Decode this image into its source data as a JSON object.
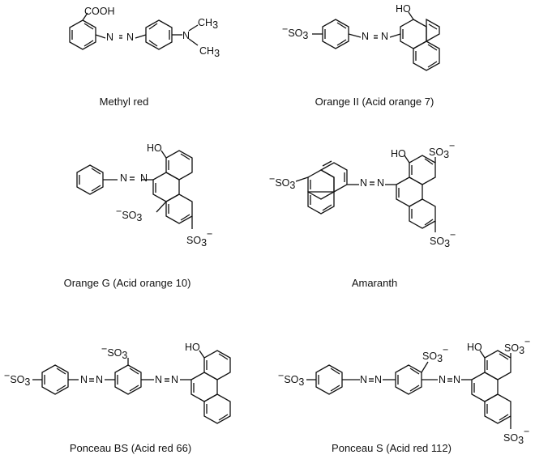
{
  "panel": {
    "molecules": [
      {
        "name": "Methyl red",
        "groups": {
          "carboxyl": "COOH",
          "azo_left": "N",
          "azo_right": "N",
          "amine": "N",
          "methyl_a": "CH",
          "methyl_b": "CH",
          "methyl_sub": "3"
        }
      },
      {
        "name": "Orange II (Acid orange 7)",
        "groups": {
          "hydroxyl": "HO",
          "sulfonate": "SO",
          "sulfonate_sub": "3",
          "charge": "−",
          "azo_left": "N",
          "azo_right": "N"
        }
      },
      {
        "name": "Orange G (Acid orange 10)",
        "groups": {
          "hydroxyl": "HO",
          "sulfonate": "SO",
          "sulfonate_sub": "3",
          "charge": "−",
          "azo_left": "N",
          "azo_right": "N"
        }
      },
      {
        "name": "Amaranth",
        "groups": {
          "hydroxyl": "HO",
          "sulfonate": "SO",
          "sulfonate_sub": "3",
          "charge": "−",
          "azo_left": "N",
          "azo_right": "N"
        }
      },
      {
        "name": "Ponceau BS (Acid red 66)",
        "groups": {
          "hydroxyl": "HO",
          "sulfonate": "SO",
          "sulfonate_sub": "3",
          "charge": "−",
          "azo_left": "N",
          "azo_right": "N"
        }
      },
      {
        "name": "Ponceau S (Acid red 112)",
        "groups": {
          "hydroxyl": "HO",
          "sulfonate": "SO",
          "sulfonate_sub": "3",
          "charge": "−",
          "azo_left": "N",
          "azo_right": "N"
        }
      }
    ]
  }
}
